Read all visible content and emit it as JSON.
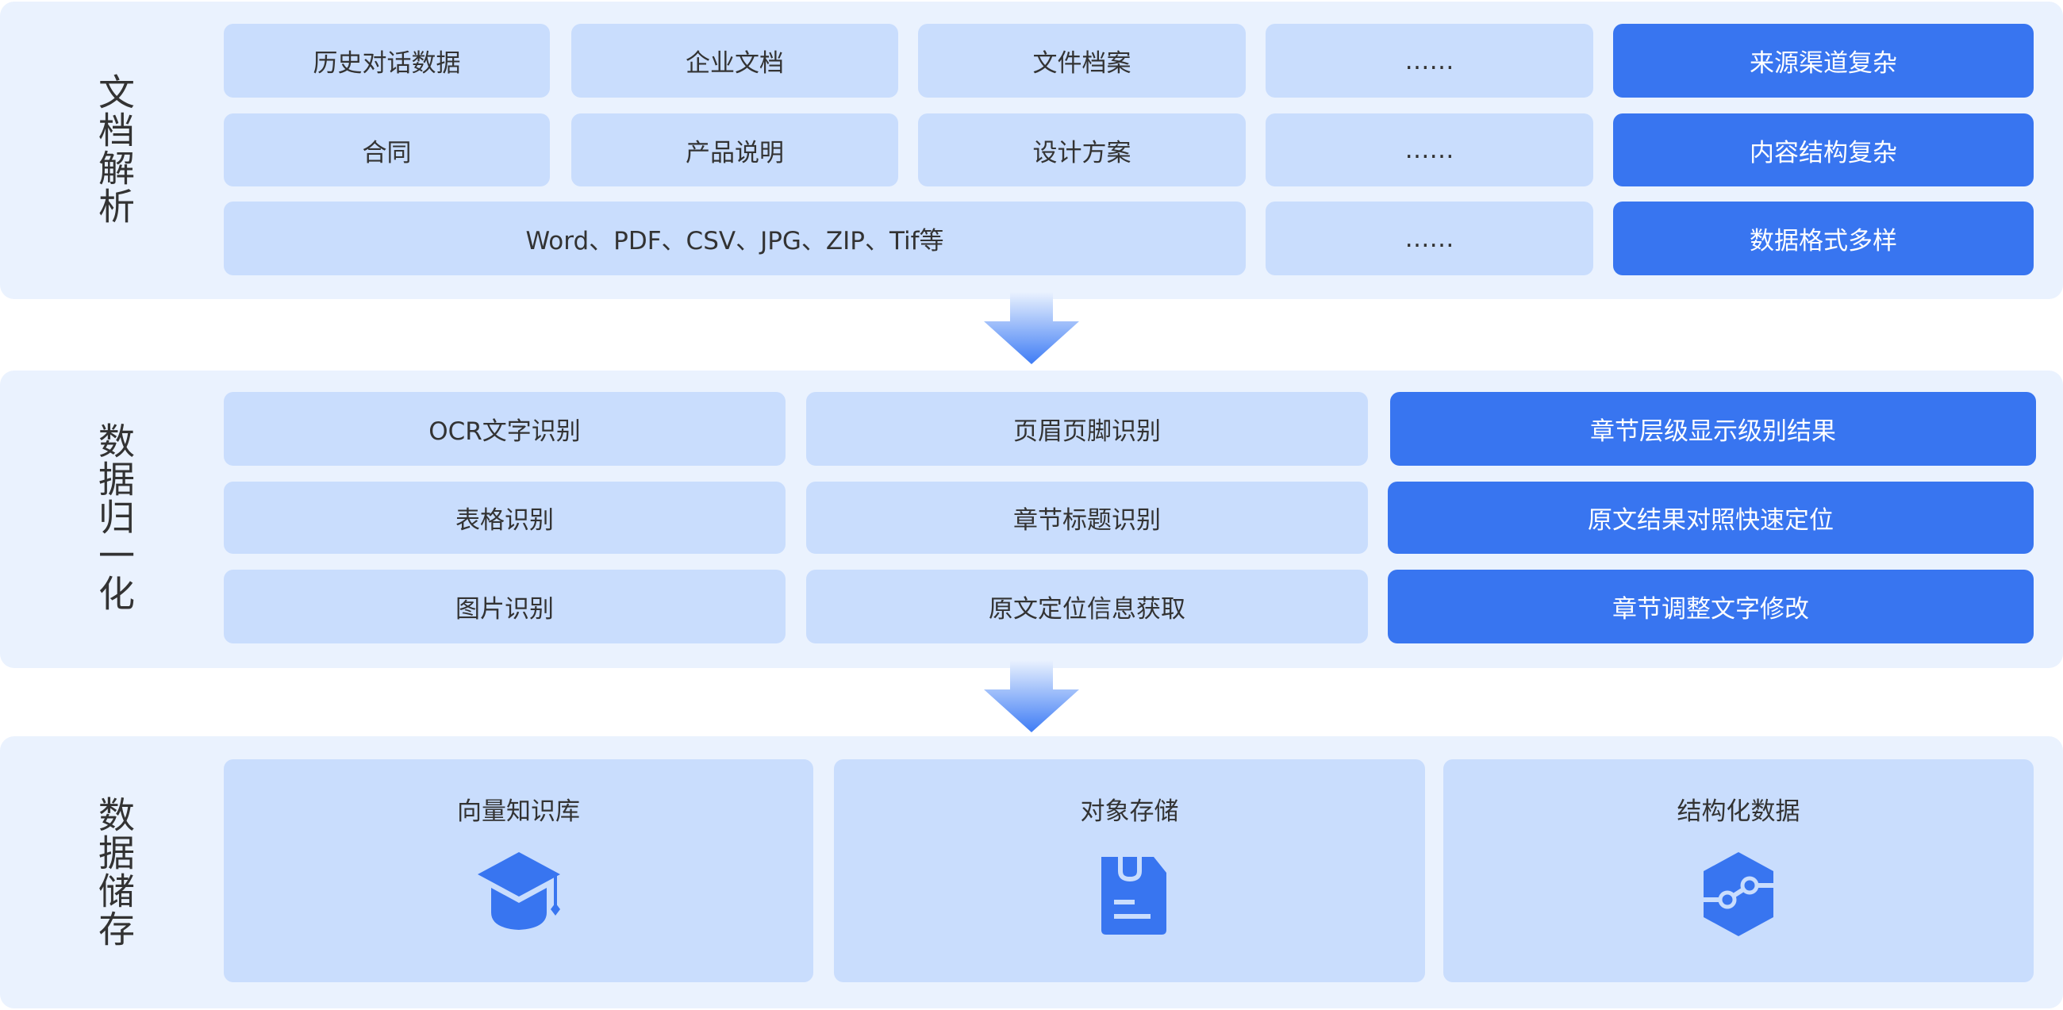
{
  "sections": [
    {
      "label": "文档解析"
    },
    {
      "label": "数据归一化"
    },
    {
      "label": "数据储存"
    }
  ],
  "parse": {
    "row1": [
      "历史对话数据",
      "企业文档",
      "文件档案",
      "……",
      "来源渠道复杂"
    ],
    "row2": [
      "合同",
      "产品说明",
      "设计方案",
      "……",
      "内容结构复杂"
    ],
    "row3": [
      "Word、PDF、CSV、JPG、ZIP、Tif等",
      "……",
      "数据格式多样"
    ]
  },
  "normalize": {
    "row1": [
      "OCR文字识别",
      "页眉页脚识别",
      "章节层级显示级别结果"
    ],
    "row2": [
      "表格识别",
      "章节标题识别",
      "原文结果对照快速定位"
    ],
    "row3": [
      "图片识别",
      "原文定位信息获取",
      "章节调整文字修改"
    ]
  },
  "storage": [
    {
      "label": "向量知识库",
      "icon": "graduation-cap-icon"
    },
    {
      "label": "对象存储",
      "icon": "floppy-disk-icon"
    },
    {
      "label": "结构化数据",
      "icon": "hexagon-link-icon"
    }
  ],
  "colors": {
    "panel": "#EAF2FE",
    "box": "#C9DDFD",
    "accent": "#3875F0"
  }
}
